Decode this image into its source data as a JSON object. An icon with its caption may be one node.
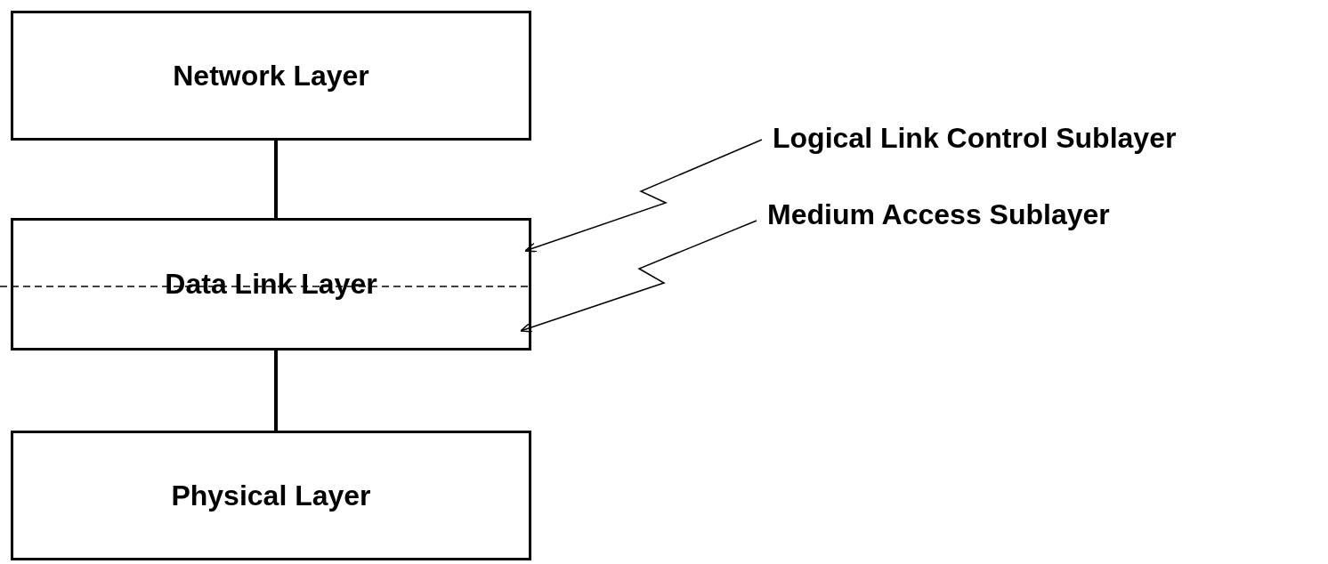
{
  "diagram": {
    "nodes": [
      {
        "text": [
          "Network Layer"
        ]
      },
      {
        "text": [
          "Data Link Layer"
        ]
      },
      {
        "text": [
          "Physical Layer"
        ]
      },
      {
        "text": [
          "Logical Link Control Sublayer"
        ]
      },
      {
        "text": [
          "Medium Access Sublayer"
        ]
      }
    ],
    "edges": [
      {
        "from": 0,
        "to": 1,
        "arrow": "none",
        "style": "thick"
      },
      {
        "from": 1,
        "to": 2,
        "arrow": "none",
        "style": "thick"
      },
      {
        "from": 3,
        "to": 1,
        "arrow": "to"
      },
      {
        "from": 4,
        "to": 1,
        "arrow": "to"
      }
    ]
  }
}
